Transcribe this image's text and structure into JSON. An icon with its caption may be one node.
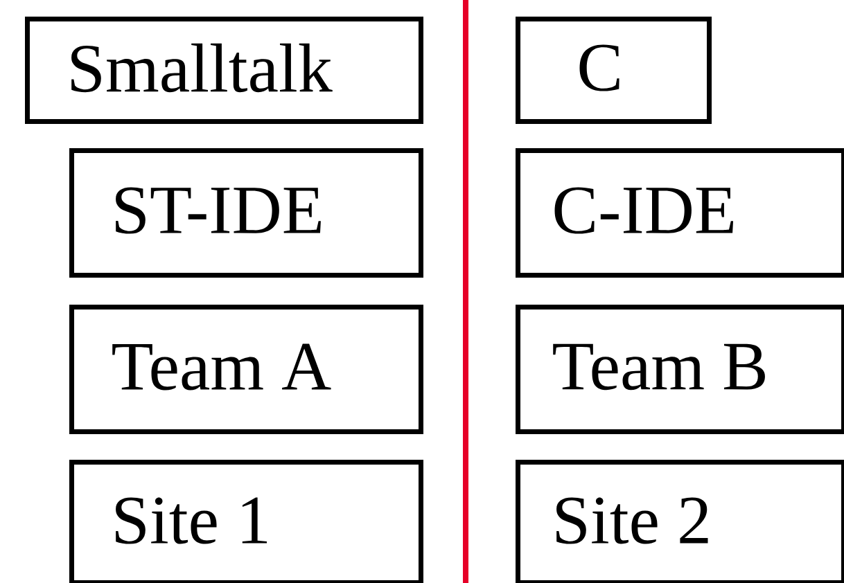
{
  "diagram": {
    "nodes": [
      {
        "text": [
          "Smalltalk"
        ]
      },
      {
        "text": [
          "ST-IDE"
        ]
      },
      {
        "text": [
          "Team A"
        ]
      },
      {
        "text": [
          "Site 1"
        ]
      },
      {
        "text": [
          "C"
        ]
      },
      {
        "text": [
          "C-IDE"
        ]
      },
      {
        "text": [
          "Team B"
        ]
      },
      {
        "text": [
          "Site 2"
        ]
      }
    ]
  }
}
